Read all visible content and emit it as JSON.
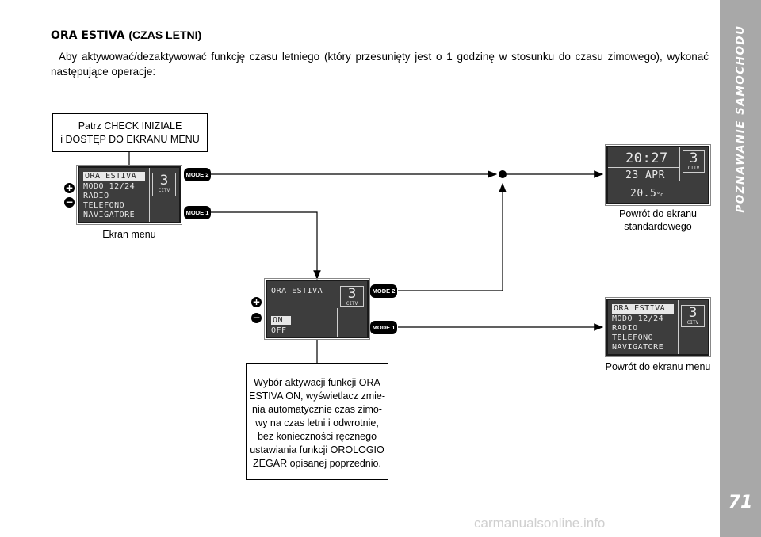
{
  "sidebar": {
    "title": "POZNAWANIE SAMOCHODU",
    "page_number": "71"
  },
  "heading": {
    "bold": "ORA ESTIVA",
    "sub": "(CZAS LETNI)"
  },
  "intro": "Aby aktywować/dezaktywować funkcję czasu letniego (który przesunięty jest o 1 godzinę w stosunku do czasu zimowego), wykonać następujące operacje:",
  "check_box": {
    "line1": "Patrz CHECK INIZIALE",
    "line2": "i DOSTĘP DO EKRANU MENU"
  },
  "menu_screen": {
    "items": [
      "ORA ESTIVA",
      "MODO 12/24",
      "RADIO",
      "TELEFONO",
      "NAVIGATORE"
    ],
    "radio_number": "3",
    "radio_label": "CITV",
    "caption": "Ekran menu"
  },
  "standard_screen": {
    "time": "20:27",
    "date": "23 APR",
    "temperature": "20.5",
    "temp_unit": "°c",
    "radio_number": "3",
    "radio_label": "CITV",
    "caption_line1": "Powrót do ekranu",
    "caption_line2": "standardowego"
  },
  "ora_screen": {
    "title": "ORA ESTIVA",
    "option_on": "ON",
    "option_off": "OFF",
    "radio_number": "3",
    "radio_label": "CITV"
  },
  "return_menu_screen": {
    "items": [
      "ORA ESTIVA",
      "MODO 12/24",
      "RADIO",
      "TELEFONO",
      "NAVIGATORE"
    ],
    "radio_number": "3",
    "radio_label": "CITV",
    "caption": "Powrót do ekranu menu"
  },
  "buttons": {
    "mode2": "MODE 2",
    "mode1": "MODE 1",
    "plus": "+",
    "minus": "−"
  },
  "description": {
    "lines": [
      "Wybór aktywacji funkcji ORA",
      "ESTIVA ON, wyświetlacz zmie-",
      "nia automatycznie czas zimo-",
      "wy na czas letni i odwrotnie,",
      "bez konieczności ręcznego",
      "ustawiania funkcji OROLOGIO",
      "ZEGAR opisanej poprzednio."
    ]
  },
  "watermark": "carmanualsonline.info"
}
